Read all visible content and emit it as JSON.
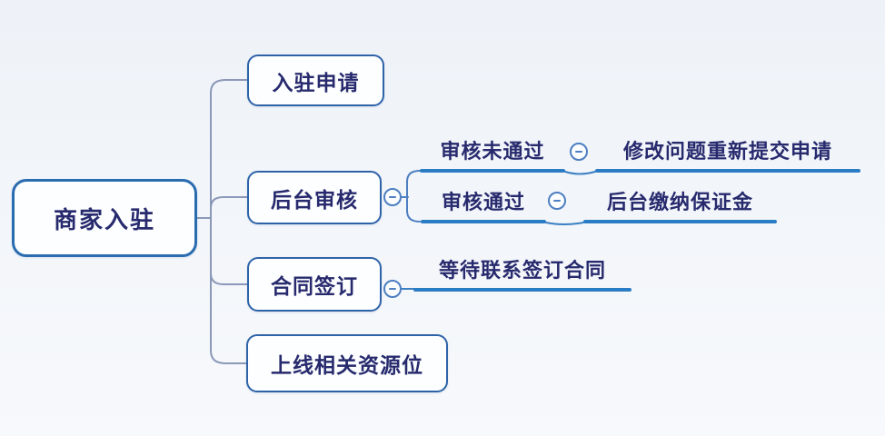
{
  "mindmap": {
    "root": {
      "label": "商家入驻"
    },
    "branches": [
      {
        "label": "入驻申请",
        "children": []
      },
      {
        "label": "后台审核",
        "children": [
          {
            "label": "审核未通过",
            "children": [
              {
                "label": "修改问题重新提交申请"
              }
            ]
          },
          {
            "label": "审核通过",
            "children": [
              {
                "label": "后台缴纳保证金"
              }
            ]
          }
        ]
      },
      {
        "label": "合同签订",
        "children": [
          {
            "label": "等待联系签订合同"
          }
        ]
      },
      {
        "label": "上线相关资源位",
        "children": []
      }
    ],
    "icons": {
      "collapse": "minus-circle"
    },
    "colors": {
      "background": "#f3f6fa",
      "node_border": "#2f63a8",
      "root_border": "#2a6cb0",
      "node_fill": "#fcfeff",
      "text": "#272a6d",
      "underline": "#2a7cc4",
      "tree_connector": "#8b98b8",
      "collapse_border": "#4d7fc1"
    }
  }
}
